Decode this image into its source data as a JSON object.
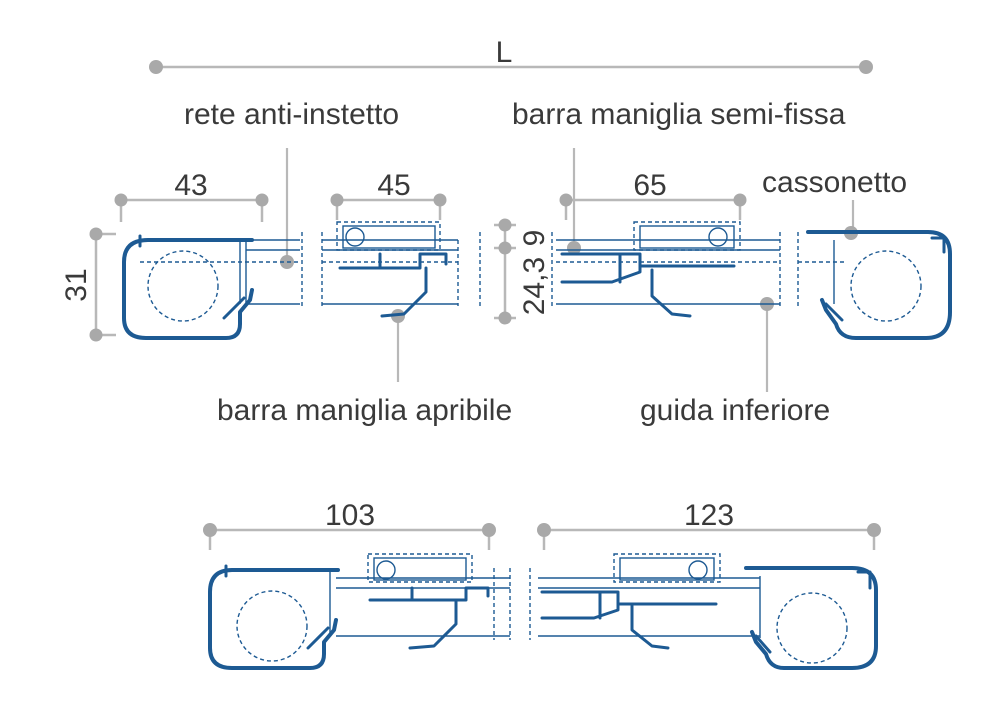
{
  "colors": {
    "profile": "#1d5a93",
    "dimension": "#b8b8b8",
    "dot": "#a9a9a9",
    "text": "#3a3a3a"
  },
  "top_section": {
    "overall_dimension": "L",
    "dimensions": {
      "left_width": "43",
      "handle_width": "45",
      "semi_fixed_width": "65",
      "height": "31",
      "mid_height": "24,3",
      "small_height": "9"
    },
    "labels": {
      "insect_net": "rete anti-instetto",
      "semi_fixed_bar": "barra maniglia semi-fissa",
      "box": "cassonetto",
      "opening_bar": "barra maniglia apribile",
      "lower_guide": "guida inferiore"
    }
  },
  "bottom_section": {
    "dimensions": {
      "left_width": "103",
      "right_width": "123"
    }
  }
}
